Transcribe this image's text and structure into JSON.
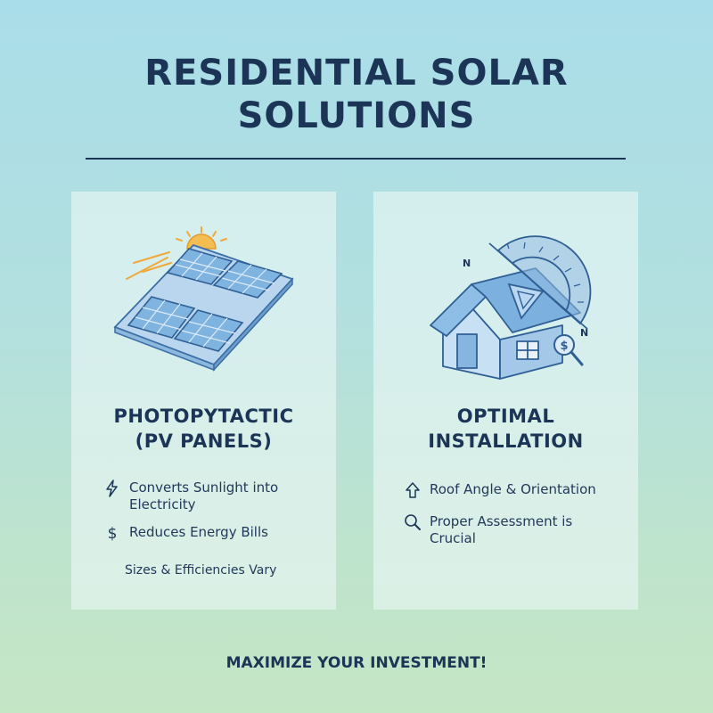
{
  "page": {
    "title_line1": "RESIDENTIAL SOLAR",
    "title_line2": "SOLUTIONS",
    "footer": "MAXIMIZE YOUR INVESTMENT!"
  },
  "left_card": {
    "illustration": "solar-panels-illustration",
    "heading_line1": "PHOTOPYTACTIC",
    "heading_line2": "(PV PANELS)",
    "bullets": [
      {
        "icon": "lightning-icon",
        "text_line1": "Converts Sunlight into",
        "text_line2": "Electricity"
      },
      {
        "icon": "dollar-icon",
        "text_line1": "Reduces Energy Bills"
      }
    ],
    "note": "Sizes & Efficiencies Vary"
  },
  "right_card": {
    "illustration": "house-protractor-illustration",
    "compass_labels": [
      "N",
      "N"
    ],
    "magnifier_symbol": "$",
    "heading_line1": "OPTIMAL",
    "heading_line2": "INSTALLATION",
    "bullets": [
      {
        "icon": "arrow-up-icon",
        "text_line1": "Roof Angle & Orientation"
      },
      {
        "icon": "magnifier-icon",
        "text_line1": "Proper Assessment is",
        "text_line2": "Crucial"
      }
    ]
  },
  "colors": {
    "navy": "#1c3557",
    "panel_blue": "#7fb3e0",
    "sun": "#f3b94a",
    "house_blue": "#a9cdea"
  }
}
